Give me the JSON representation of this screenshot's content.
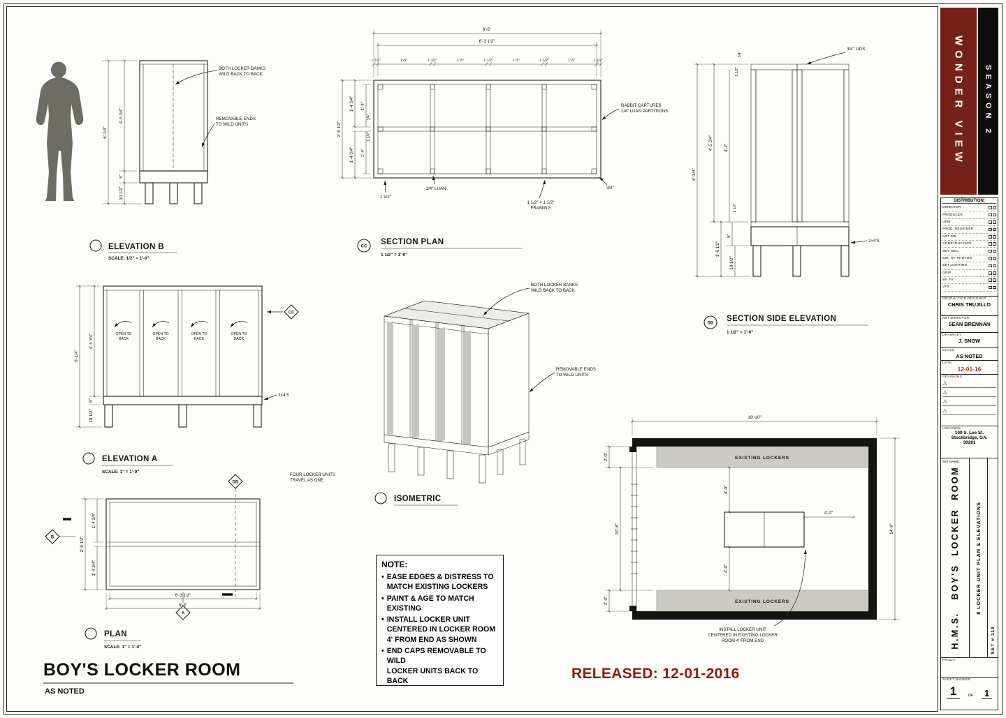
{
  "titleblock": {
    "show_title": "WONDER VIEW",
    "season": "SEASON 2",
    "distribution_title": "DISTRIBUTION:",
    "roles": [
      "DIRECTOR",
      "PRODUCER",
      "UPM",
      "PROD. DESIGNER",
      "ART DIR.",
      "CONSTRUCTION",
      "SET. DEC.",
      "DIR. OF PHOTOG.",
      "SET LIGHTING",
      "GRIP",
      "SP. FX",
      "VFX"
    ],
    "revision_triangle": "△",
    "fields": {
      "production_designer_label": "PRODUCTION DESIGNER:",
      "production_designer": "CHRIS TRUJILLO",
      "art_director_label": "ART DIRECTOR:",
      "art_director": "SEAN BRENNAN",
      "drawn_by_label": "DRAWN BY:",
      "drawn_by": "J. SNOW",
      "scale_label": "SCALE:",
      "scale": "AS NOTED",
      "date_label": "DATE:",
      "date": "12-01-16",
      "revisions_label": "REVISIONS:",
      "location_label": "LOCATION:",
      "location_line1": "109 S. Lee St.",
      "location_line2": "Stockbridge, GA.",
      "location_line3": "30281",
      "set_name_label": "SET NAME:",
      "set_name": "H.M.S.   BOY'S  LOCKER  ROOM",
      "sheet_desc": "8 LOCKER UNIT PLAN & ELEVATIONS",
      "prod_label": "PROD#:",
      "set_number": "SET # 119",
      "sheet_number_label": "SHEET NUMBER:",
      "sheet_current": "1",
      "of_label": "OF",
      "sheet_total": "1"
    }
  },
  "footer": {
    "title": "BOY'S LOCKER ROOM",
    "scale_note": "AS NOTED",
    "released": "RELEASED: 12-01-2016"
  },
  "note": {
    "title": "NOTE:",
    "bullet": "•",
    "items": [
      "EASE EDGES & DISTRESS TO\nMATCH EXISTING LOCKERS",
      "PAINT & AGE TO MATCH EXISTING",
      "INSTALL LOCKER UNIT\nCENTERED IN LOCKER ROOM\n4' FROM END AS SHOWN",
      "END CAPS REMOVABLE TO WILD\nLOCKER UNITS BACK TO BACK"
    ]
  },
  "elevation_b": {
    "title": "ELEVATION  B",
    "scale": "SCALE: 1/2\" = 1'-0\"",
    "dim_total_height": "6'-1/4\"",
    "dim_body_height": "4'-5 3/4\"",
    "dim_rail": "8\"",
    "dim_legs": "10 1/2\"",
    "callout_wild_1": "BOTH LOCKER BANKS",
    "callout_wild_2": "WILD BACK TO BACK",
    "callout_rem_1": "REMOVABLE ENDS",
    "callout_rem_2": "TO WILD UNITS"
  },
  "section_plan": {
    "marker": "CC",
    "title": "SECTION PLAN",
    "scale": "1 1/2\" = 1'-0\"",
    "dim_total_w": "6'-5\"",
    "dim_inner_w": "6'-3 1/2\"",
    "seg_dims": [
      "1 1/2\"",
      "1'-5\"",
      "1 1/2\"",
      "1'-5\"",
      "1 1/2\"",
      "1'-5\"",
      "1 1/2\"",
      "1'-5\"",
      "1 1/2\""
    ],
    "dim_total_d": "2'-9 1/2\"",
    "dim_cell_d_top": "1'-4 3/4\"",
    "dim_cell_d_bot": "1'-4 3/4\"",
    "dim_clear_top": "1'-4\"",
    "dim_clear_bot": "1'-4\"",
    "dim_luan": "3/4\"",
    "dim_mid_frame": "1 1/2\"",
    "callout_rabbit_1": "RABBIT CAPTURES",
    "callout_rabbit_2": "1/4\" LUAN PARTITIONS",
    "callout_frame_bl": "1 1/2\"",
    "callout_luan": "1/4\" LUAN",
    "callout_framing_1": "1 1/2\" × 1 1/2\"",
    "callout_framing_2": "FRAMING",
    "callout_lid": "3/4\""
  },
  "side_elevation": {
    "marker": "DD",
    "title": "SECTION SIDE ELEVATION",
    "scale": "1 1/2\" = 1'-0\"",
    "dim_total_height": "6'-1/4\"",
    "dim_body_height": "4'-5 3/4\"",
    "dim_clear_height": "4'-2\"",
    "dim_top_frame": "1 1/2\"",
    "dim_lid": "3/4\"",
    "dim_shelf_frame": "1 1/2\"",
    "dim_rail": "8\"",
    "dim_base_total": "1'-6 1/2\"",
    "dim_legs": "10 1/2\"",
    "callout_lids": "3/4\" LIDS",
    "callout_2x4": "2×4'S"
  },
  "elevation_a": {
    "title": "ELEVATION  A",
    "scale": "SCALE: 1\" = 1'-0\"",
    "dim_total_height": "6'-1/4\"",
    "dim_body_height": "4'-5 3/4\"",
    "dim_rail": "8\"",
    "dim_legs": "10 1/2\"",
    "open_to": "OPEN TO",
    "back": "BACK",
    "callout_2x4": "2×4'S",
    "marker_cc": "CC"
  },
  "isometric": {
    "title": "ISOMETRIC",
    "callout_wild_1": "BOTH LOCKER BANKS",
    "callout_wild_2": "WILD BACK TO BACK",
    "callout_rem_1": "REMOVABLE ENDS",
    "callout_rem_2": "TO WILD UNITS"
  },
  "plan": {
    "title": "PLAN",
    "scale": "SCALE: 1\" = 1'-0\"",
    "marker_dd": "DD",
    "marker_a": "A",
    "marker_b": "B",
    "dim_depth": "2'-9 1/2\"",
    "dim_half_top": "1'-4 3/4\"",
    "dim_half_bot": "1'-4 3/4\"",
    "dim_inner_w": "6'-3 1/2\"",
    "dim_total_w": "6'-5\"",
    "travel_note_1": "FOUR LOCKER UNITS",
    "travel_note_2": "TRAVEL AS ONE"
  },
  "floor_plan": {
    "dim_width": "19'-10\"",
    "dim_height": "14'-8\"",
    "dim_left": "10'-8\"",
    "dim_gap_top": "2'-0\"",
    "dim_gap_bot": "2'-0\"",
    "dim_clear_top": "4'-0\"",
    "dim_clear_bot": "4'-0\"",
    "dim_clear_right": "4'-0\"",
    "existing_top": "EXISTING LOCKERS",
    "existing_bot": "EXISTING LOCKERS",
    "callout_1": "INSTALL  LOCKER UNIT",
    "callout_2": "CENTERED IN EXISTING LOCKER",
    "callout_3": "ROOM 4' FROM END"
  }
}
